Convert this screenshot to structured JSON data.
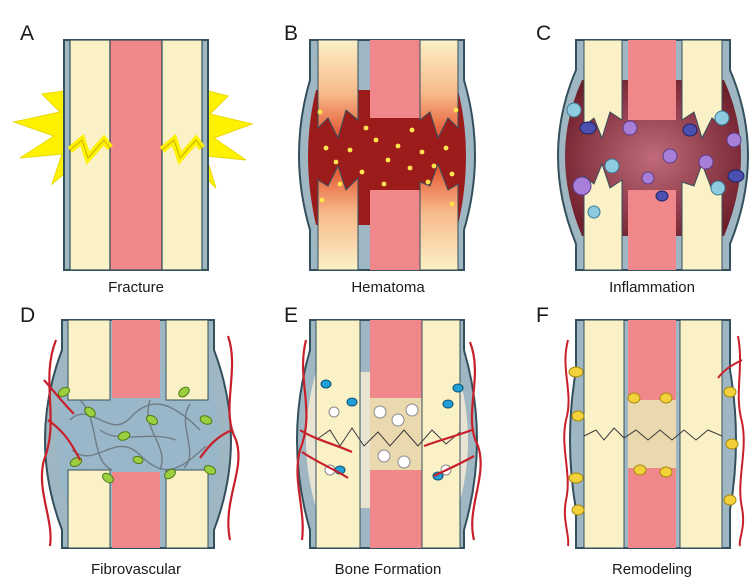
{
  "panels": [
    {
      "letter": "A",
      "caption": "Fracture"
    },
    {
      "letter": "B",
      "caption": "Hematoma"
    },
    {
      "letter": "C",
      "caption": "Inflammation"
    },
    {
      "letter": "D",
      "caption": "Fibrovascular"
    },
    {
      "letter": "E",
      "caption": "Bone Formation"
    },
    {
      "letter": "F",
      "caption": "Remodeling"
    }
  ],
  "colors": {
    "cortical_bone": "#fbf1c7",
    "marrow": "#f0878a",
    "periosteum": "#9fb7c2",
    "outline": "#34505c",
    "hematoma": "#9c1c1c",
    "flash": "#fff200",
    "vessel": "#c8202a",
    "fibrous_tissue": "#9ab7c9",
    "callus": "#ead9ae",
    "platelet": "#ffe34a",
    "leaf_cell": "#9bcf3f",
    "osteoblast": "#1f9fd6"
  }
}
